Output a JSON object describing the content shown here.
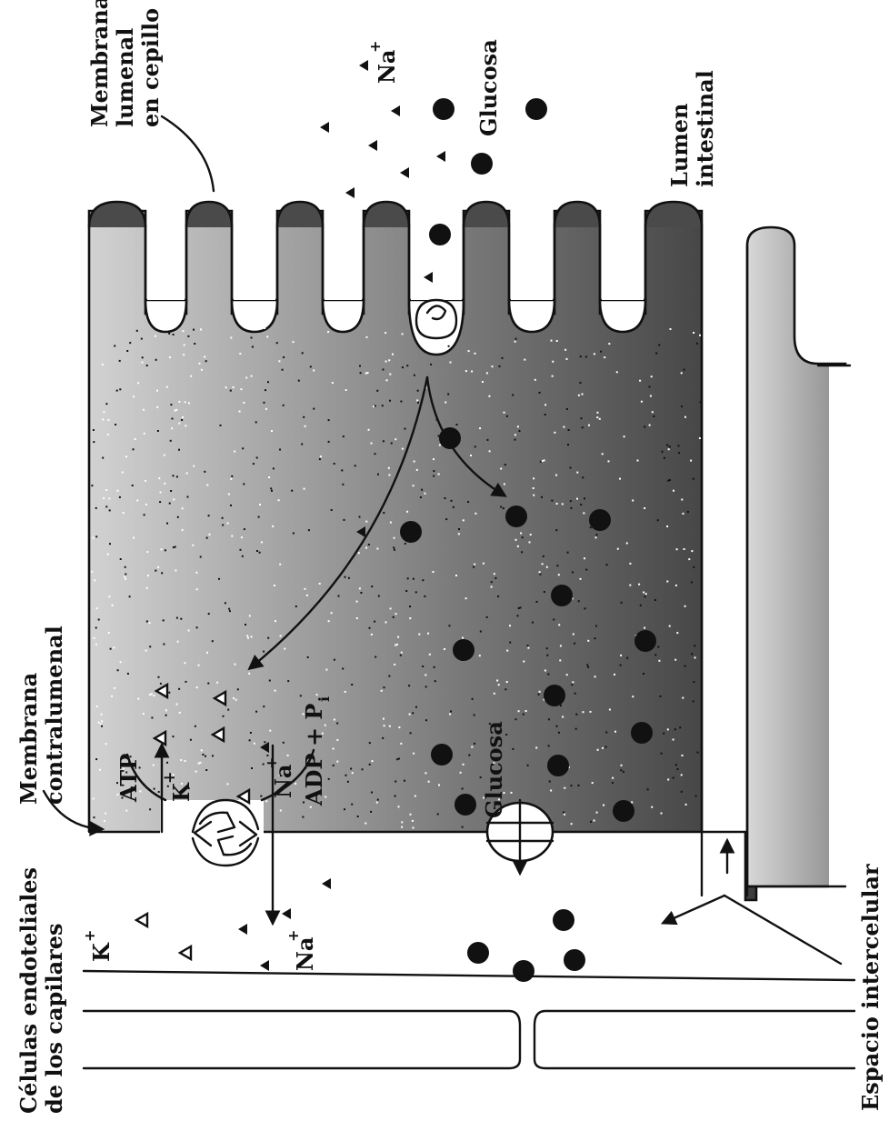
{
  "labels": {
    "membrana_lumenal": [
      "Membrana",
      "lumenal",
      "en cepillo"
    ],
    "lumen": [
      "Lumen",
      "intestinal"
    ],
    "membrana_contralumenal": [
      "Membrana",
      "contralumenal"
    ],
    "celulas_endoteliales": [
      "Células endoteliales",
      "de los capilares"
    ],
    "espacio_intercelular": "Espacio intercelular",
    "glucosa_top": "Glucosa",
    "glucosa_bottom": "Glucosa",
    "na_top": "Na",
    "na_pump": "Na",
    "na_bottom": "Na",
    "k_pump": "K",
    "k_bottom": "K",
    "atp": "ATP",
    "adp": "ADP + P",
    "adp_sub": "i",
    "plus": "+"
  },
  "colors": {
    "ink": "#111111",
    "cytoplasm_dark": "#4a4a4a",
    "cytoplasm_light": "#c8c8c8",
    "paper": "#ffffff"
  }
}
